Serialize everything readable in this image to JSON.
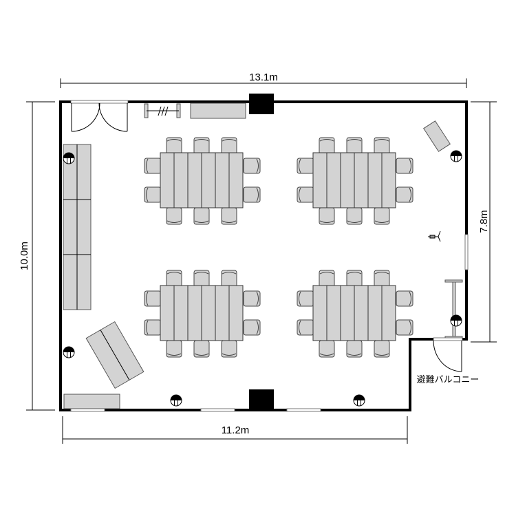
{
  "dimensions": {
    "top_width": "13.1m",
    "left_height": "10.0m",
    "right_height": "7.8m",
    "bottom_width": "11.2m"
  },
  "labels": {
    "balcony": "避難バルコニー"
  },
  "layout": {
    "table_groups": 4,
    "chairs_per_group": 10,
    "table_segments_per_group": 6
  },
  "colors": {
    "wall": "#000000",
    "furniture": "#d3d3d3"
  }
}
